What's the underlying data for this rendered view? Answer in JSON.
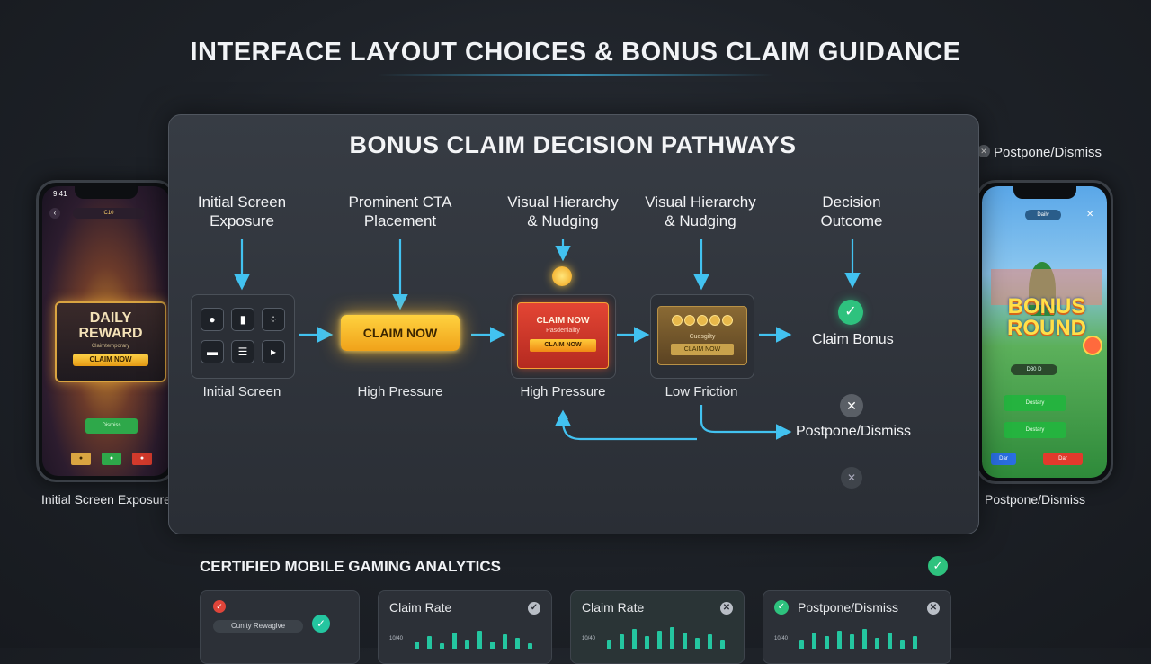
{
  "page_title": "INTERFACE LAYOUT CHOICES & BONUS CLAIM GUIDANCE",
  "left_phone": {
    "status_time": "9:41",
    "top_pill": "C10",
    "card_title_line1": "DAILY",
    "card_title_line2": "REWARD",
    "card_subtitle": "Claimtemporary",
    "card_button": "CLAIM NOW",
    "secondary_button": "Dismiss",
    "caption": "Initial Screen Exposure"
  },
  "right_phone": {
    "header_pill": "Dailv",
    "bonus_line1": "BONUS",
    "bonus_line2": "ROUND",
    "pill": "D30 D",
    "button1": "Dostary",
    "button2": "Dostary",
    "blue_btn": "Dar",
    "red_btn": "Dar",
    "top_label": "Postpone/Dismiss",
    "caption": "Postpone/Dismiss"
  },
  "panel": {
    "title": "BONUS CLAIM DECISION PATHWAYS",
    "columns": [
      {
        "head_line1": "Initial Screen",
        "head_line2": "Exposure",
        "caption": "Initial Screen"
      },
      {
        "head_line1": "Prominent CTA",
        "head_line2": "Placement",
        "caption": "High Pressure"
      },
      {
        "head_line1": "Visual Hierarchy",
        "head_line2": "& Nudging",
        "caption": "High Pressure"
      },
      {
        "head_line1": "Visual Hierarchy",
        "head_line2": "& Nudging",
        "caption": "Low Friction"
      },
      {
        "head_line1": "Decision",
        "head_line2": "Outcome"
      }
    ],
    "claim_now": "CLAIM NOW",
    "red_card": {
      "title": "CLAIM NOW",
      "sub": "Pasdeniality",
      "btn": "CLAIM NOW"
    },
    "gold_card": {
      "sub": "Cuesgilty",
      "btn": "CLAIM NOW"
    },
    "outcome_claim": "Claim Bonus",
    "outcome_postpone": "Postpone/Dismiss"
  },
  "analytics": {
    "title": "CERTIFIED MOBILE GAMING ANALYTICS",
    "card1": {
      "pill": "Cunity Rewaglve"
    },
    "card2": {
      "title": "Claim Rate",
      "ylabel": "10/40"
    },
    "card3": {
      "title": "Claim Rate",
      "ylabel": "10/40"
    },
    "card4": {
      "title": "Postpone/Dismiss",
      "ylabel": "10/40"
    }
  },
  "colors": {
    "accent_arrow": "#42c2f0",
    "gold": "#f0a21a",
    "teal_bar": "#24c6a0",
    "check_green": "#2ec27e"
  }
}
